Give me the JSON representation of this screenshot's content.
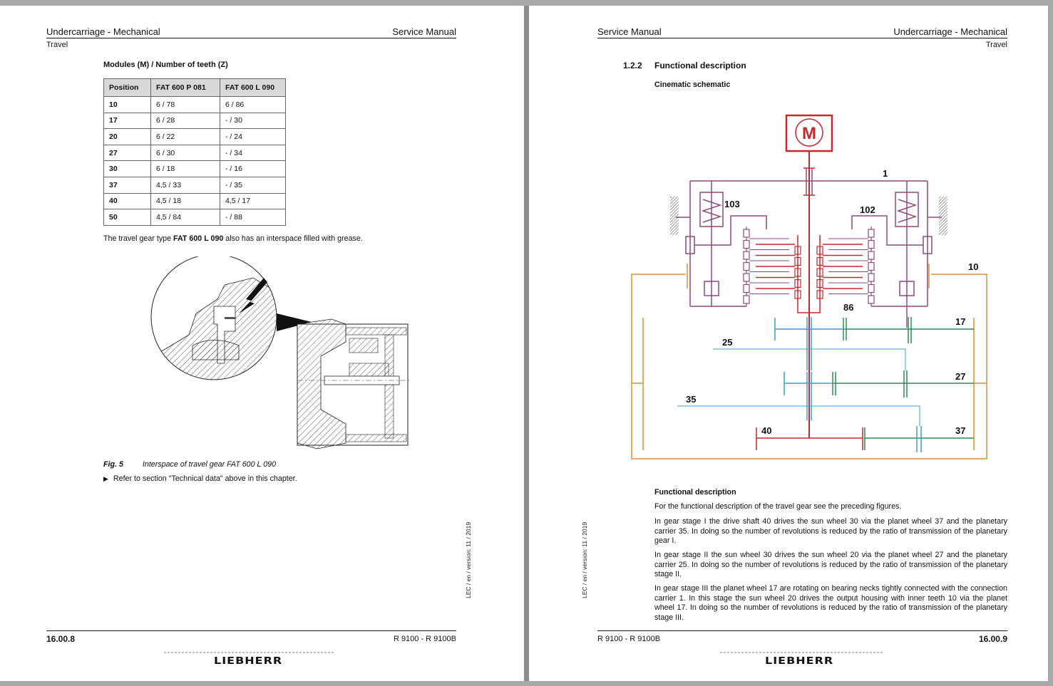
{
  "left_page": {
    "header_left": "Undercarriage - Mechanical",
    "header_right": "Service Manual",
    "subheader": "Travel",
    "table_title": "Modules (M) / Number of teeth (Z)",
    "table": {
      "headers": [
        "Position",
        "FAT 600 P 081",
        "FAT 600 L 090"
      ],
      "rows": [
        [
          "10",
          "6 / 78",
          "6 / 86"
        ],
        [
          "17",
          "6 / 28",
          "- / 30"
        ],
        [
          "20",
          "6 / 22",
          "- / 24"
        ],
        [
          "27",
          "6 / 30",
          "- / 34"
        ],
        [
          "30",
          "6 / 18",
          "- / 16"
        ],
        [
          "37",
          "4,5 / 33",
          "- / 35"
        ],
        [
          "40",
          "4,5 / 18",
          "4,5 / 17"
        ],
        [
          "50",
          "4,5 / 84",
          "- / 88"
        ]
      ]
    },
    "note_pre": "The travel gear type ",
    "note_bold": "FAT 600 L 090",
    "note_post": " also has an interspace filled with grease.",
    "figure_number": "Fig. 5",
    "figure_caption": "Interspace of travel gear FAT 600 L 090",
    "reference_arrow": "▶",
    "reference_text": "Refer to section \"Technical data\" above in this chapter.",
    "side_version": "LEC / en / version: 11 / 2019",
    "footer_page": "16.00.8",
    "footer_model": "R 9100 - R 9100B",
    "logo": "LIEBHERR"
  },
  "right_page": {
    "header_left": "Service Manual",
    "header_right": "Undercarriage - Mechanical",
    "subheader": "Travel",
    "section_number": "1.2.2",
    "section_title": "Functional description",
    "schematic_title": "Cinematic schematic",
    "schematic": {
      "motor_label": "M",
      "labels": [
        "1",
        "103",
        "102",
        "10",
        "86",
        "17",
        "25",
        "27",
        "35",
        "40",
        "37"
      ],
      "colors": {
        "drive": "#c8272d",
        "carrier_1": "#8b4a7e",
        "housing_10": "#d9903a",
        "stage_blue": "#3aa0c8",
        "stage_green": "#2e8b57"
      }
    },
    "func_title": "Functional description",
    "paragraphs": [
      "For the functional description of the travel gear see the preceding figures.",
      "In gear stage I the drive shaft 40 drives the sun wheel 30 via the planet wheel 37 and the planetary carrier 35. In doing so the number of revolutions is reduced by the ratio of transmission of the planetary gear I.",
      "In gear stage II the sun wheel 30 drives the sun wheel 20 via the planet wheel 27 and the planetary carrier 25. In doing so the number of revolutions is reduced by the ratio of transmission of the planetary stage II.",
      "In gear stage III the planet wheel 17 are rotating on bearing necks tightly connected with the connection carrier 1. In this stage the sun wheel 20 drives the output housing with inner teeth 10 via the planet wheel 17. In doing so the number of revolutions is reduced by the ratio of transmission of the planetary stage III."
    ],
    "side_version": "LEC / en / version: 11 / 2019",
    "footer_model": "R 9100 - R 9100B",
    "footer_page": "16.00.9",
    "logo": "LIEBHERR"
  }
}
